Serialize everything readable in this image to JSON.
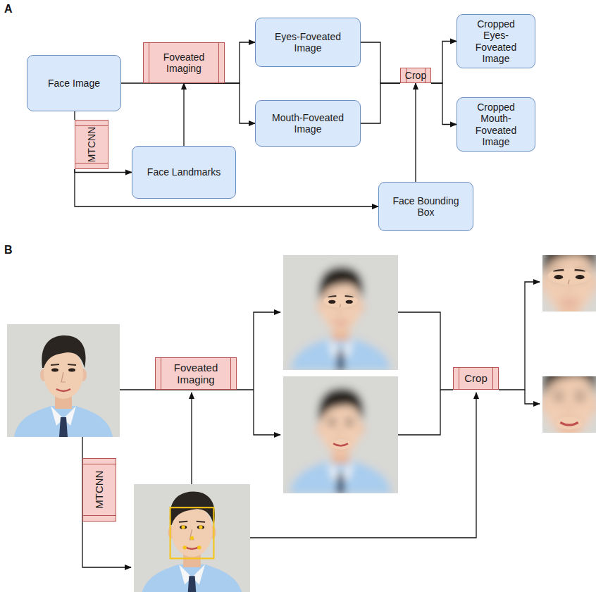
{
  "diagram": {
    "nodes": [
      {
        "text": [
          "Face Image"
        ]
      },
      {
        "text": [
          "Foveated Imaging"
        ]
      },
      {
        "text": [
          "MTCNN"
        ]
      },
      {
        "text": [
          "Face Landmarks"
        ]
      },
      {
        "text": [
          "Eyes-Foveated Image"
        ]
      },
      {
        "text": [
          "Mouth-Foveated Image"
        ]
      },
      {
        "text": [
          "Crop"
        ]
      },
      {
        "text": [
          "Face Bounding Box"
        ]
      },
      {
        "text": [
          "Cropped Eyes-Foveated Image"
        ]
      },
      {
        "text": [
          "Cropped Mouth-Foveated Image"
        ]
      },
      {
        "text": [
          "Foveated Imaging"
        ]
      },
      {
        "text": [
          "MTCNN"
        ]
      },
      {
        "text": [
          "Crop"
        ]
      }
    ],
    "edges": [
      {
        "from": 0,
        "to": 1,
        "arrow": "none"
      },
      {
        "from": 1,
        "to": 4,
        "arrow": "to"
      },
      {
        "from": 1,
        "to": 5,
        "arrow": "to"
      },
      {
        "from": 0,
        "to": 2,
        "arrow": "none"
      },
      {
        "from": 2,
        "to": 3,
        "arrow": "to"
      },
      {
        "from": 2,
        "to": 7,
        "arrow": "to"
      },
      {
        "from": 3,
        "to": 1,
        "arrow": "to"
      },
      {
        "from": 4,
        "to": 6,
        "arrow": "none"
      },
      {
        "from": 5,
        "to": 6,
        "arrow": "none"
      },
      {
        "from": 7,
        "to": 6,
        "arrow": "to"
      },
      {
        "from": 6,
        "to": 8,
        "arrow": "to"
      },
      {
        "from": 6,
        "to": 9,
        "arrow": "to"
      }
    ],
    "labels": [
      "A",
      "B"
    ]
  }
}
